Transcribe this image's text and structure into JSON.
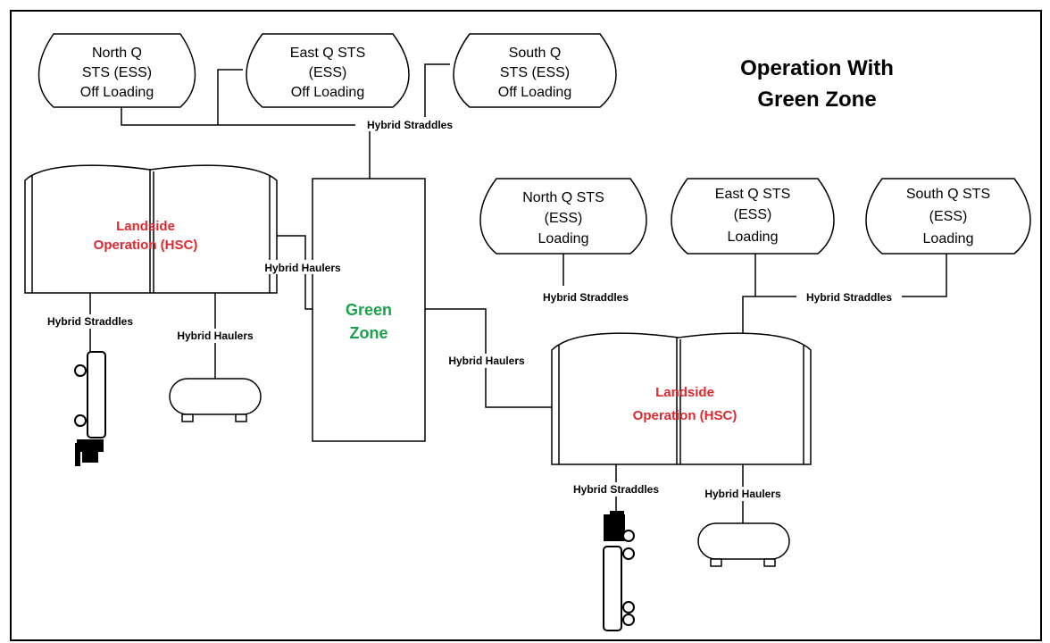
{
  "title": {
    "line1": "Operation With",
    "line2": "Green Zone"
  },
  "offloading": [
    {
      "line1": "North Q",
      "line2": "STS (ESS)",
      "line3": "Off Loading"
    },
    {
      "line1": "East Q STS",
      "line2": "(ESS)",
      "line3": "Off Loading"
    },
    {
      "line1": "South Q",
      "line2": "STS (ESS)",
      "line3": "Off Loading"
    }
  ],
  "loading": [
    {
      "line1": "North Q STS",
      "line2": "(ESS)",
      "line3": "Loading"
    },
    {
      "line1": "East Q STS",
      "line2": "(ESS)",
      "line3": "Loading"
    },
    {
      "line1": "South Q STS",
      "line2": "(ESS)",
      "line3": "Loading"
    }
  ],
  "landside_left": {
    "line1": "Landside",
    "line2": "Operation (HSC)"
  },
  "landside_right": {
    "line1": "Landside",
    "line2": "Operation (HSC)"
  },
  "green_zone": {
    "line1": "Green",
    "line2": "Zone"
  },
  "labels": {
    "top_straddles": "Hybrid Straddles",
    "left_haulers_link": "Hybrid Haulers",
    "left_straddles": "Hybrid Straddles",
    "left_haulers": "Hybrid Haulers",
    "mid_haulers_link": "Hybrid Haulers",
    "loading_straddles_north": "Hybrid Straddles",
    "loading_straddles_east_south": "Hybrid Straddles",
    "right_straddles": "Hybrid Straddles",
    "right_haulers": "Hybrid Haulers"
  },
  "colors": {
    "landside_text": "#e0282e",
    "green_zone_text": "#1aa24a"
  },
  "icons": [
    "straddle-carrier-icon",
    "hauler-tank-icon"
  ]
}
